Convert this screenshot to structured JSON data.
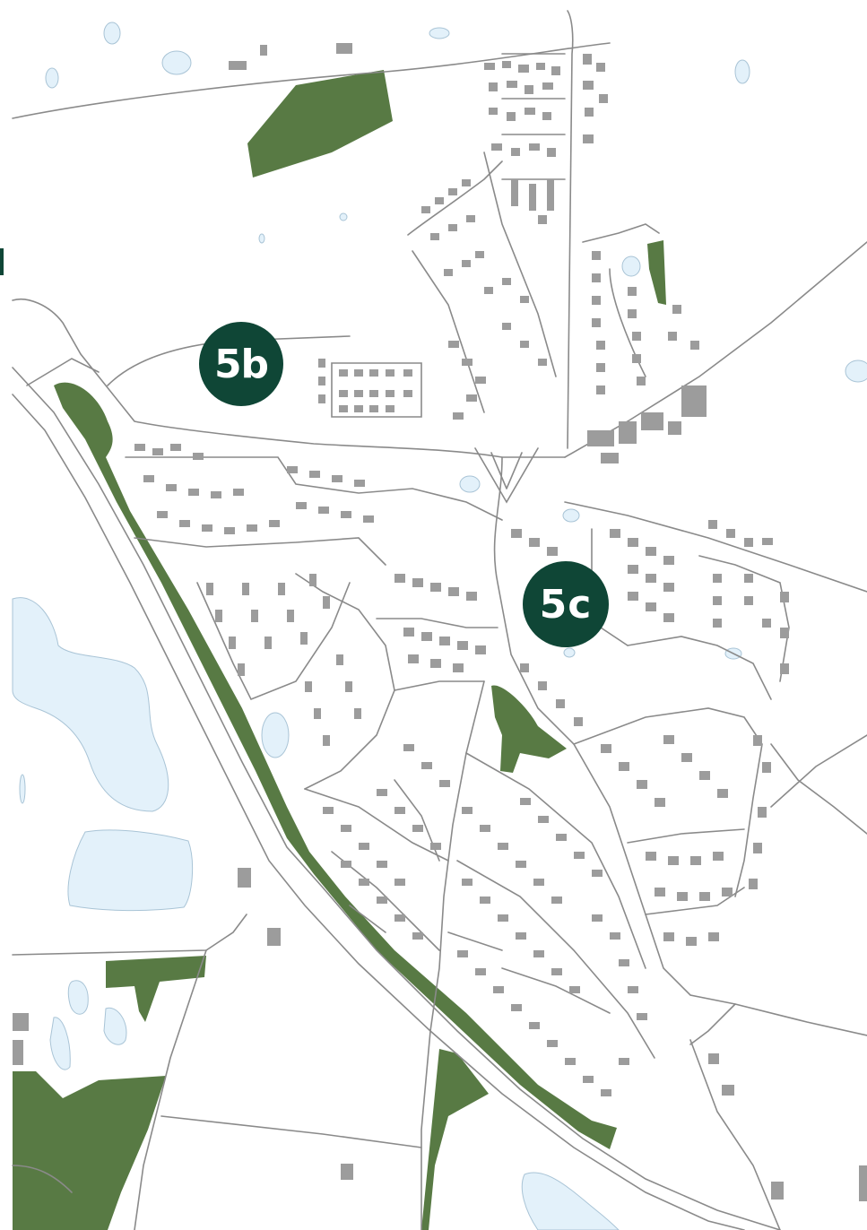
{
  "map": {
    "colors": {
      "background": "#ffffff",
      "water": "#e3f1fa",
      "water_edge": "#a9c4d6",
      "forest": "#587a44",
      "building": "#9c9c9c",
      "road": "#8a8a8a",
      "marker": "#0f4636"
    },
    "markers": [
      {
        "id": "5b",
        "label": "5b"
      },
      {
        "id": "5c",
        "label": "5c"
      }
    ]
  }
}
